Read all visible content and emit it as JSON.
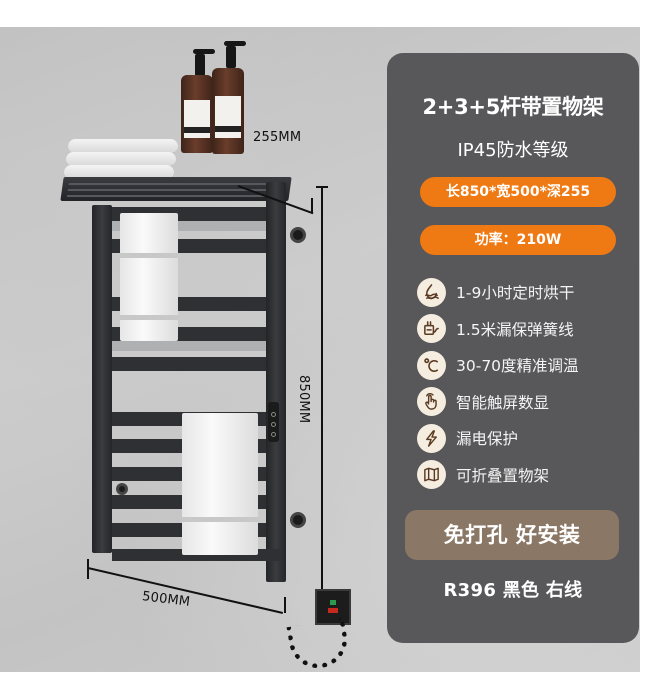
{
  "image": {
    "dimensions": {
      "shelf_depth": "255MM",
      "height": "850MM",
      "width": "500MM"
    }
  },
  "panel": {
    "title": "2+3+5杆带置物架",
    "subtitle": "IP45防水等级",
    "size_pill": "长850*宽500*深255",
    "power_pill": "功率：210W",
    "features": [
      {
        "icon": "water-drop-icon",
        "label": "1-9小时定时烘干"
      },
      {
        "icon": "plug-icon",
        "label": "1.5米漏保弹簧线"
      },
      {
        "icon": "celsius-icon",
        "label": "30-70度精准调温"
      },
      {
        "icon": "touch-hand-icon",
        "label": "智能触屏数显"
      },
      {
        "icon": "lightning-icon",
        "label": "漏电保护"
      },
      {
        "icon": "folding-shelf-icon",
        "label": "可折叠置物架"
      }
    ],
    "install_badge": "免打孔 好安装",
    "model": "R396 黑色 右线"
  },
  "colors": {
    "panel_bg": "#58585a",
    "accent_orange": "#ef7a14",
    "install_badge_bg": "#8a7765",
    "icon_bg": "#f5ede0",
    "icon_fg": "#5a3a22"
  }
}
